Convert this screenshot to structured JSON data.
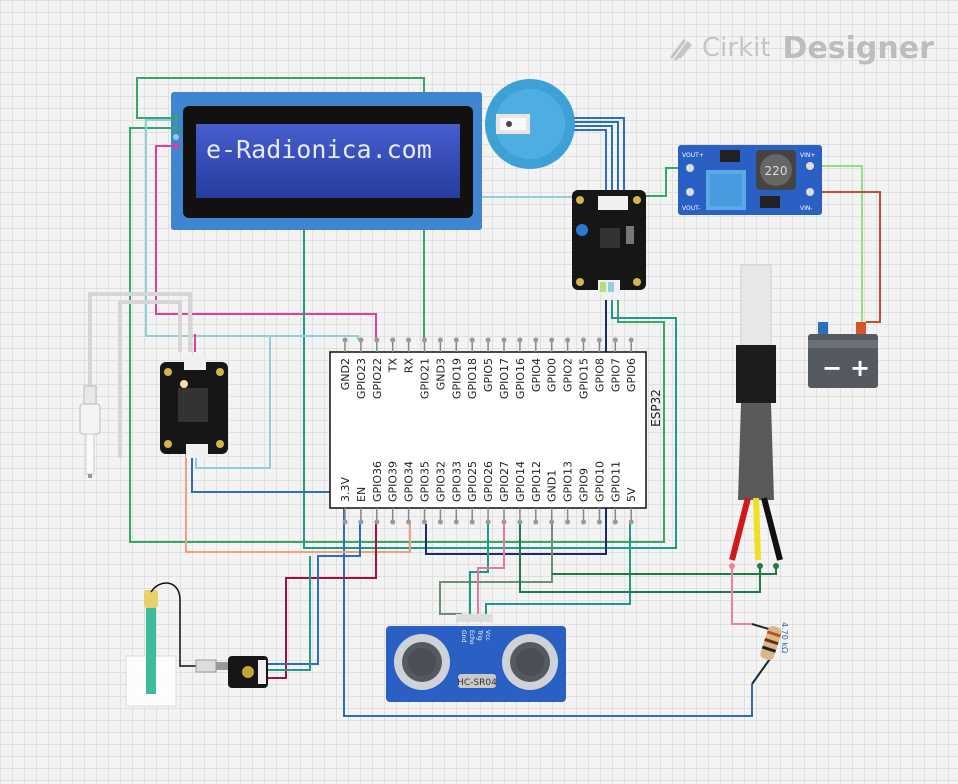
{
  "brand": {
    "name_a": "Cirkit",
    "name_b": "Designer",
    "logo_icon": "wrench-logo-icon"
  },
  "lcd": {
    "text": "e-Radionica.com"
  },
  "esp32": {
    "label": "ESP32",
    "top_pins": [
      "GND2",
      "GPIO23",
      "GPIO22",
      "TX",
      "RX",
      "GPIO21",
      "GND3",
      "GPIO19",
      "GPIO18",
      "GPIO5",
      "GPIO17",
      "GPIO16",
      "GPIO4",
      "GPIO0",
      "GPIO2",
      "GPIO15",
      "GPIO8",
      "GPIO7",
      "GPIO6"
    ],
    "bottom_pins": [
      "3.3V",
      "EN",
      "GPIO36",
      "GPIO39",
      "GPIO34",
      "GPIO35",
      "GPIO32",
      "GPIO33",
      "GPIO25",
      "GPIO26",
      "GPIO27",
      "GPIO14",
      "GPIO12",
      "GND1",
      "GPIO13",
      "GPIO9",
      "GPIO10",
      "GPIO11",
      "5V"
    ]
  },
  "boost": {
    "in_plus": "VIN+",
    "in_minus": "VIN-",
    "out_plus": "VOUT+",
    "out_minus": "VOUT-",
    "inductor": "220"
  },
  "battery": {
    "minus": "−",
    "plus": "+"
  },
  "ultrasonic": {
    "label": "HC-SR04",
    "pins": [
      "Gnd",
      "Echo",
      "Trig",
      "Vcc"
    ]
  },
  "resistor": {
    "label": "4.70 kΩ"
  },
  "wire_colors": {
    "green": "#3aa56b",
    "teal": "#1f9a8a",
    "pink": "#e0409a",
    "lightblue": "#8fd0d6",
    "blue": "#2d6fb7",
    "navy": "#1e2a6e",
    "maroon": "#a3123f",
    "salmon": "#f2a07b",
    "olive": "#6f8f72",
    "darkgreen": "#1f7a4a",
    "red": "#d23a2a",
    "lime": "#8fe07a"
  }
}
